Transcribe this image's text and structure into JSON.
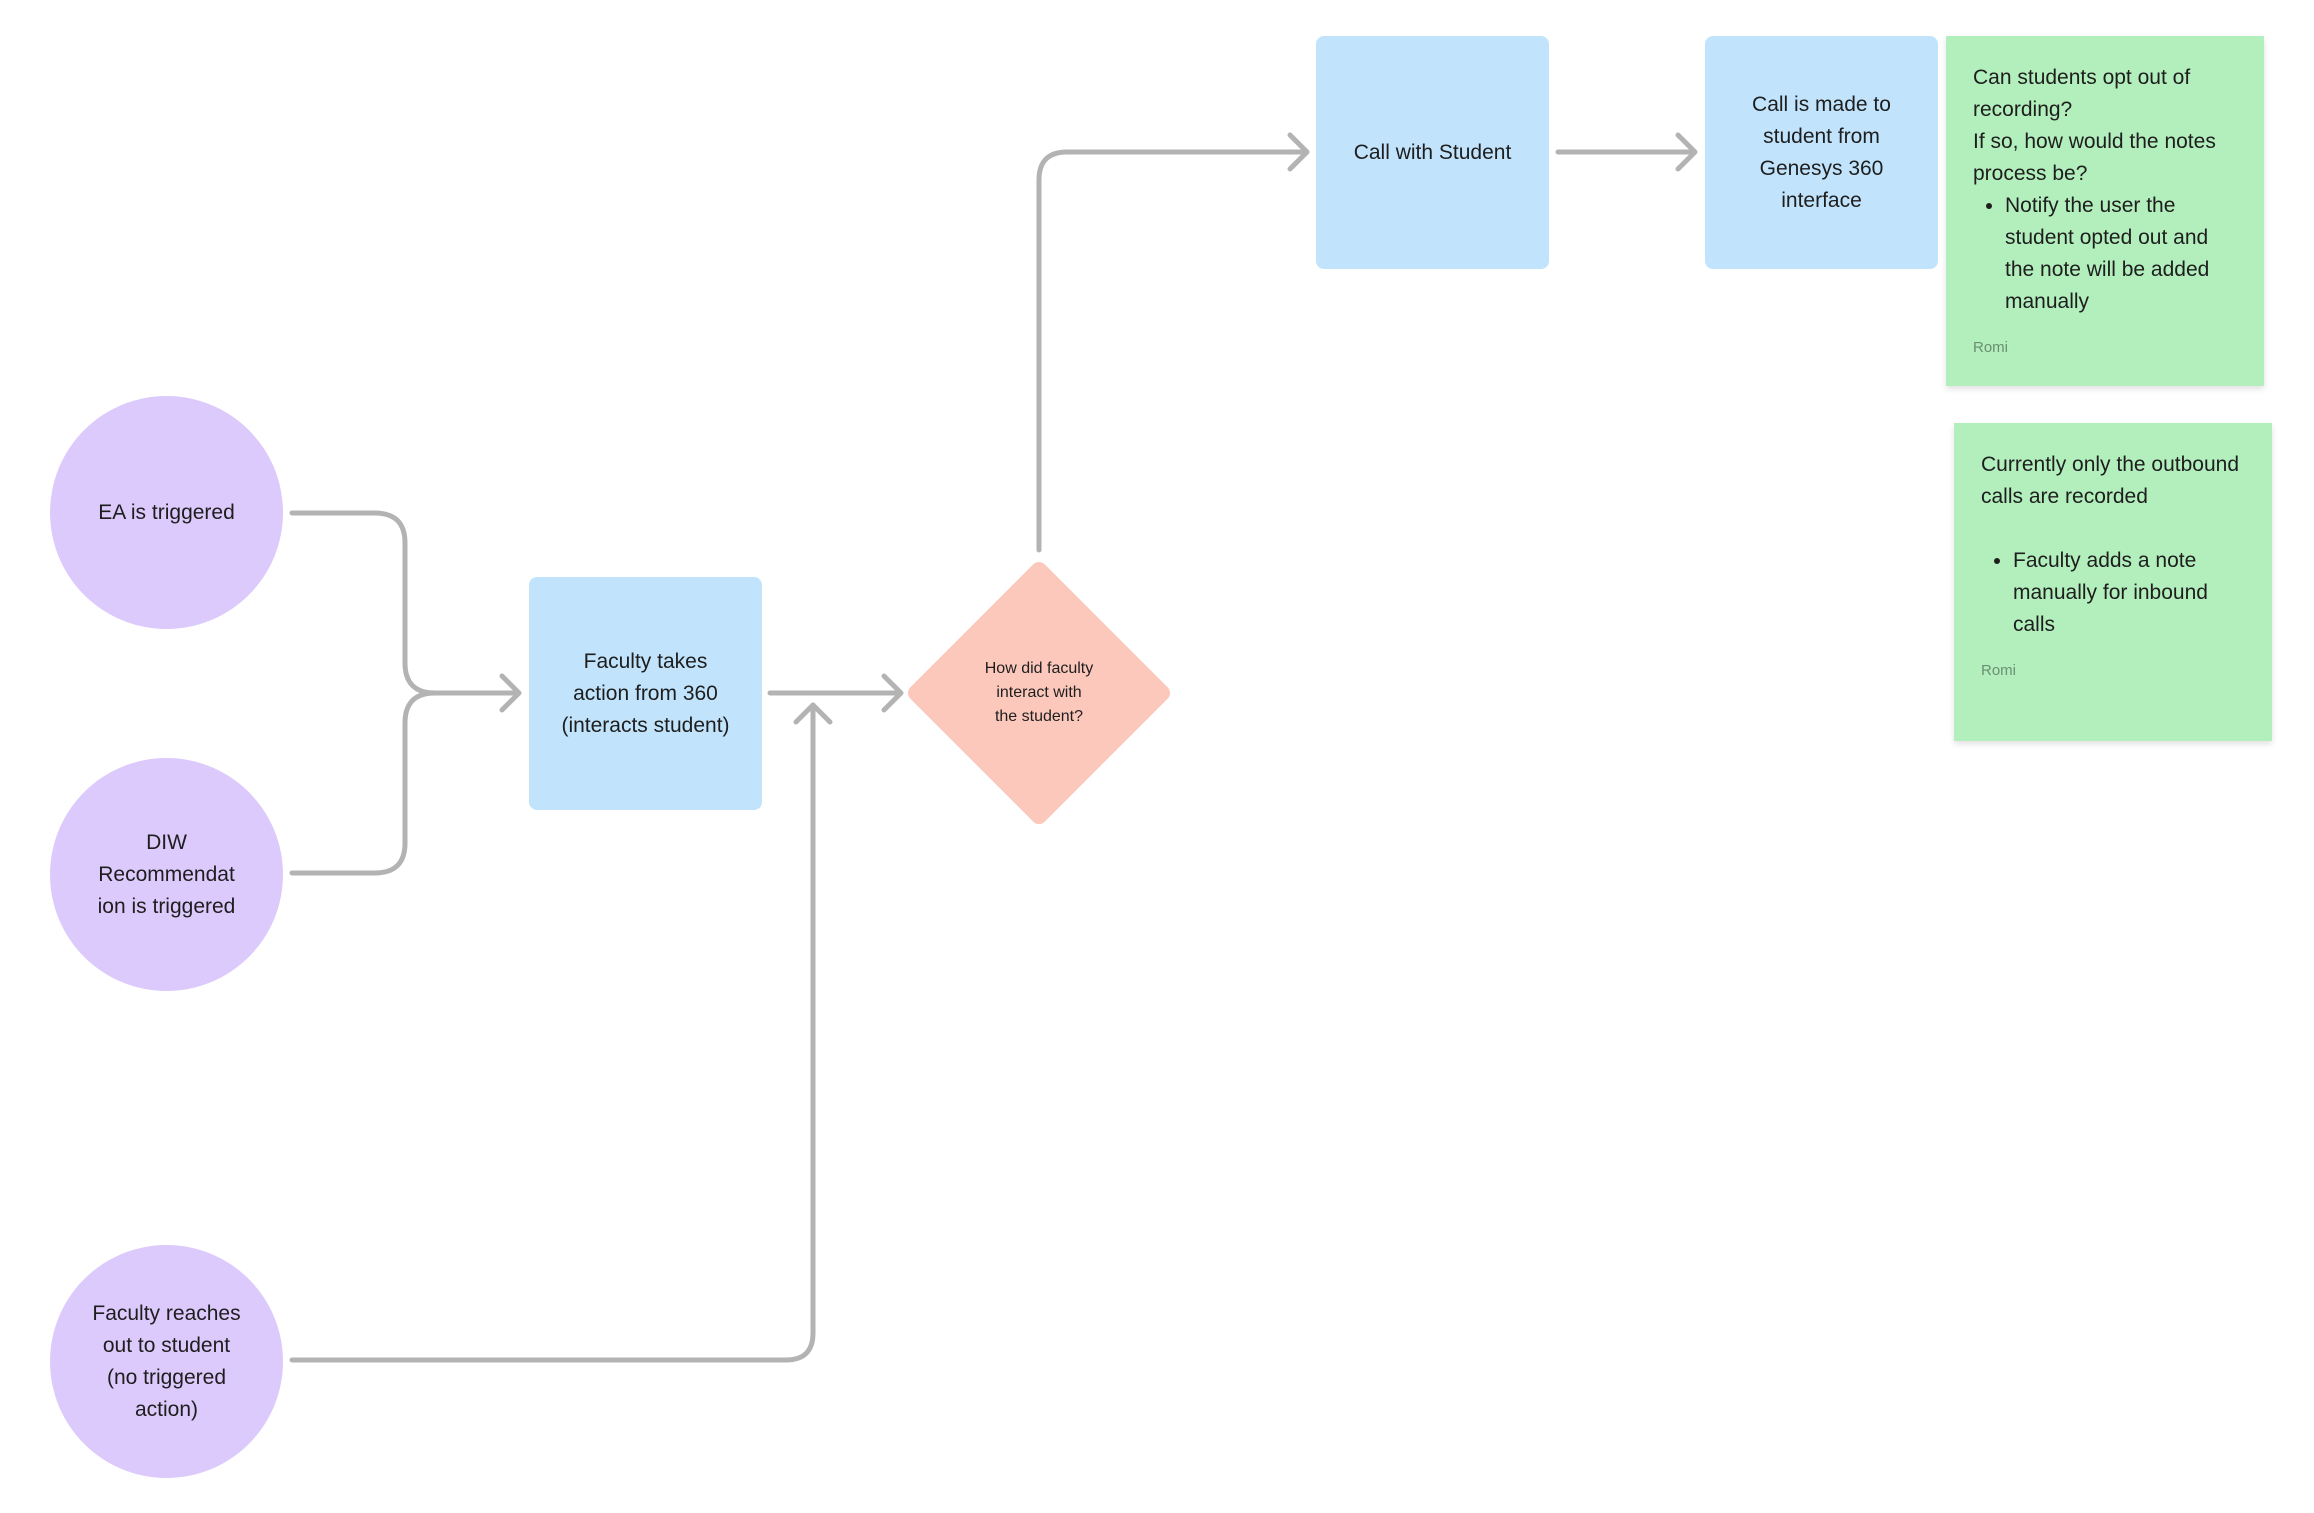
{
  "colors": {
    "circle_fill": "#dccafc",
    "process_fill": "#c1e4fc",
    "decision_fill": "#fcc8bc",
    "sticky_fill": "#b3efbd",
    "connector": "#b3b3b3"
  },
  "nodes": {
    "ea_triggered": "EA is triggered",
    "diw_triggered": "DIW\nRecommendat\nion is triggered",
    "faculty_reaches": "Faculty reaches\nout to student\n(no triggered\naction)",
    "faculty_takes_action": "Faculty takes\naction from 360\n(interacts student)",
    "decision": "How did faculty\ninteract with\nthe student?",
    "call_with_student": "Call with Student",
    "call_made": "Call is made to\nstudent from\nGenesys 360\ninterface"
  },
  "stickies": {
    "opt_out": {
      "line1": "Can students opt out of recording?",
      "line2": "If so, how would the notes process be?",
      "bullets": [
        "Notify the user the student opted out and the note will be added manually"
      ],
      "author": "Romi"
    },
    "outbound": {
      "line1": "Currently only the outbound calls are recorded",
      "bullets": [
        "Faculty adds a note manually for inbound calls"
      ],
      "author": "Romi"
    }
  }
}
